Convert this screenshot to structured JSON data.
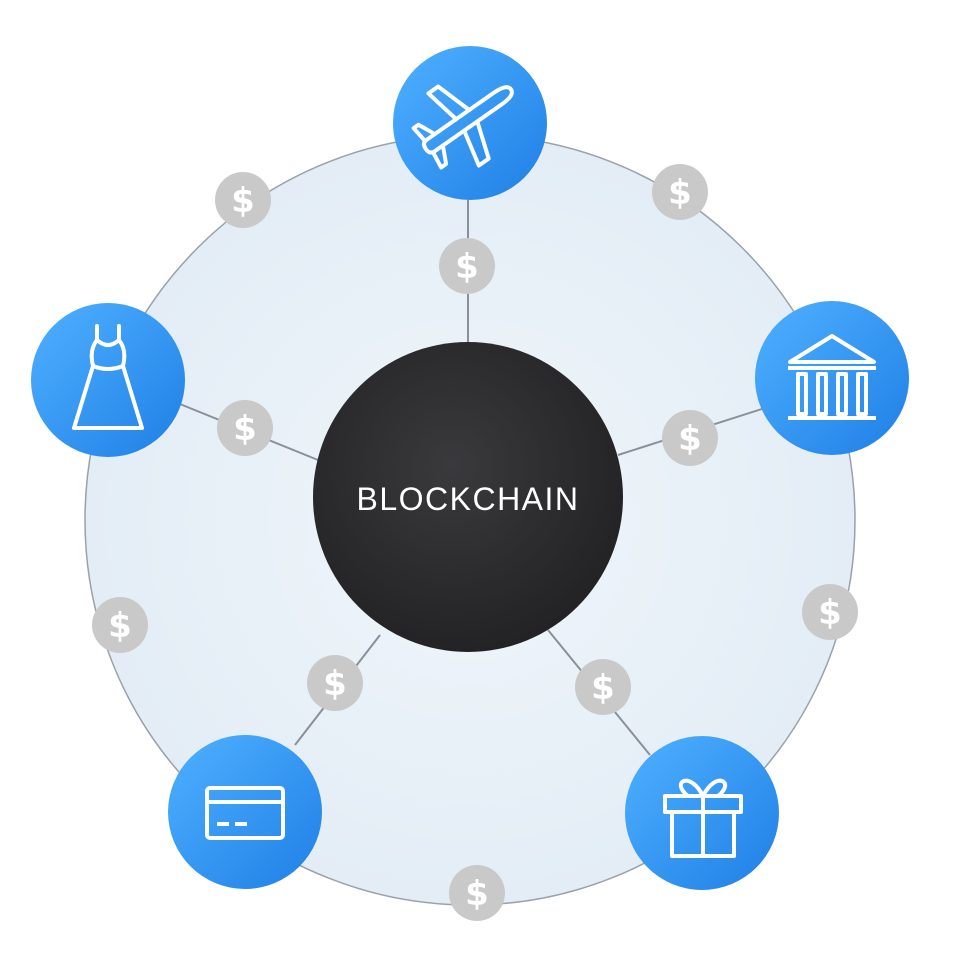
{
  "diagram": {
    "center_label": "BLOCKCHAIN",
    "currency_symbol": "$",
    "colors": {
      "background_circle": "#e8f0f8",
      "node_blue": "#2f8ff0",
      "hub_dark": "#2c2c2e",
      "coin_gray": "#c8c8c8",
      "line_gray": "#8a9099"
    },
    "nodes": [
      {
        "id": "travel",
        "icon": "airplane-icon"
      },
      {
        "id": "bank",
        "icon": "bank-icon"
      },
      {
        "id": "gift",
        "icon": "gift-icon"
      },
      {
        "id": "payment-card",
        "icon": "credit-card-icon"
      },
      {
        "id": "fashion",
        "icon": "dress-icon"
      }
    ]
  }
}
